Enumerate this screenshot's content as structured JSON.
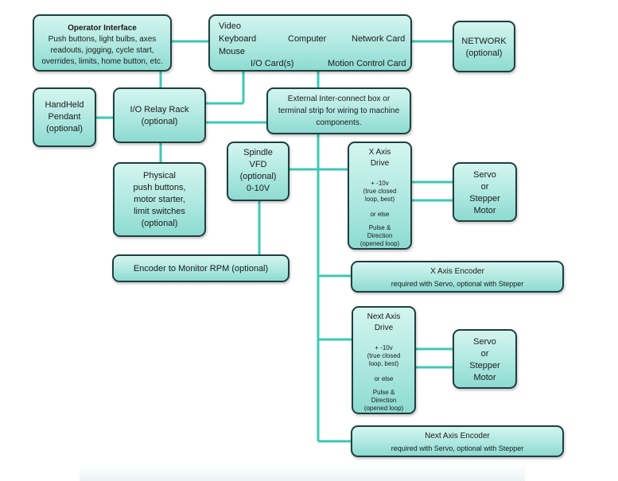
{
  "operator_interface": {
    "title": "Operator Interface",
    "lines": [
      "Push buttons, light bulbs, axes",
      "readouts, jogging, cycle start,",
      "overrides, limits, home button, etc."
    ]
  },
  "computer_box": {
    "video": "Video",
    "keyboard": "Keyboard",
    "mouse": "Mouse",
    "computer": "Computer",
    "network_card": "Network Card",
    "io_cards": "I/O Card(s)",
    "motion_card": "Motion Control Card"
  },
  "network": {
    "lines": [
      "NETWORK",
      "(optional)"
    ]
  },
  "pendant": {
    "lines": [
      "HandHeld",
      "Pendant",
      "(optional)"
    ]
  },
  "relay_rack": {
    "lines": [
      "I/O Relay Rack",
      "(optional)"
    ]
  },
  "interconnect": {
    "lines": [
      "External Inter-connect box or",
      "terminal strip for wiring to machine",
      "components."
    ]
  },
  "physical": {
    "lines": [
      "Physical",
      "push buttons,",
      "motor starter,",
      "limit switches",
      "(optional)"
    ]
  },
  "spindle": {
    "lines": [
      "Spindle",
      "VFD",
      "(optional)",
      "0-10V"
    ]
  },
  "rpm_encoder": {
    "label": "Encoder to Monitor RPM (optional)"
  },
  "x_drive": {
    "title": [
      "X Axis",
      "Drive"
    ],
    "analog": [
      "+ -10v",
      "(true closed",
      "loop, best)"
    ],
    "or_else": "or else",
    "pulse": [
      "Pulse &",
      "Direction",
      "(opened loop)"
    ]
  },
  "x_motor": {
    "lines": [
      "Servo",
      "or",
      "Stepper",
      "Motor"
    ]
  },
  "x_encoder": {
    "title": "X Axis Encoder",
    "subtitle": "required with Servo, optional with Stepper"
  },
  "next_drive": {
    "title": [
      "Next Axis",
      "Drive"
    ],
    "analog": [
      "+ -10v",
      "(true closed",
      "loop, best)"
    ],
    "or_else": "or else",
    "pulse": [
      "Pulse &",
      "Direction",
      "(opened loop)"
    ]
  },
  "next_motor": {
    "lines": [
      "Servo",
      "or",
      "Stepper",
      "Motor"
    ]
  },
  "next_encoder": {
    "title": "Next Axis Encoder",
    "subtitle": "required with Servo, optional with Stepper"
  },
  "colors": {
    "connector": "#3cc8b4",
    "border": "#1f3f3f",
    "fill": "#aee8e0"
  }
}
